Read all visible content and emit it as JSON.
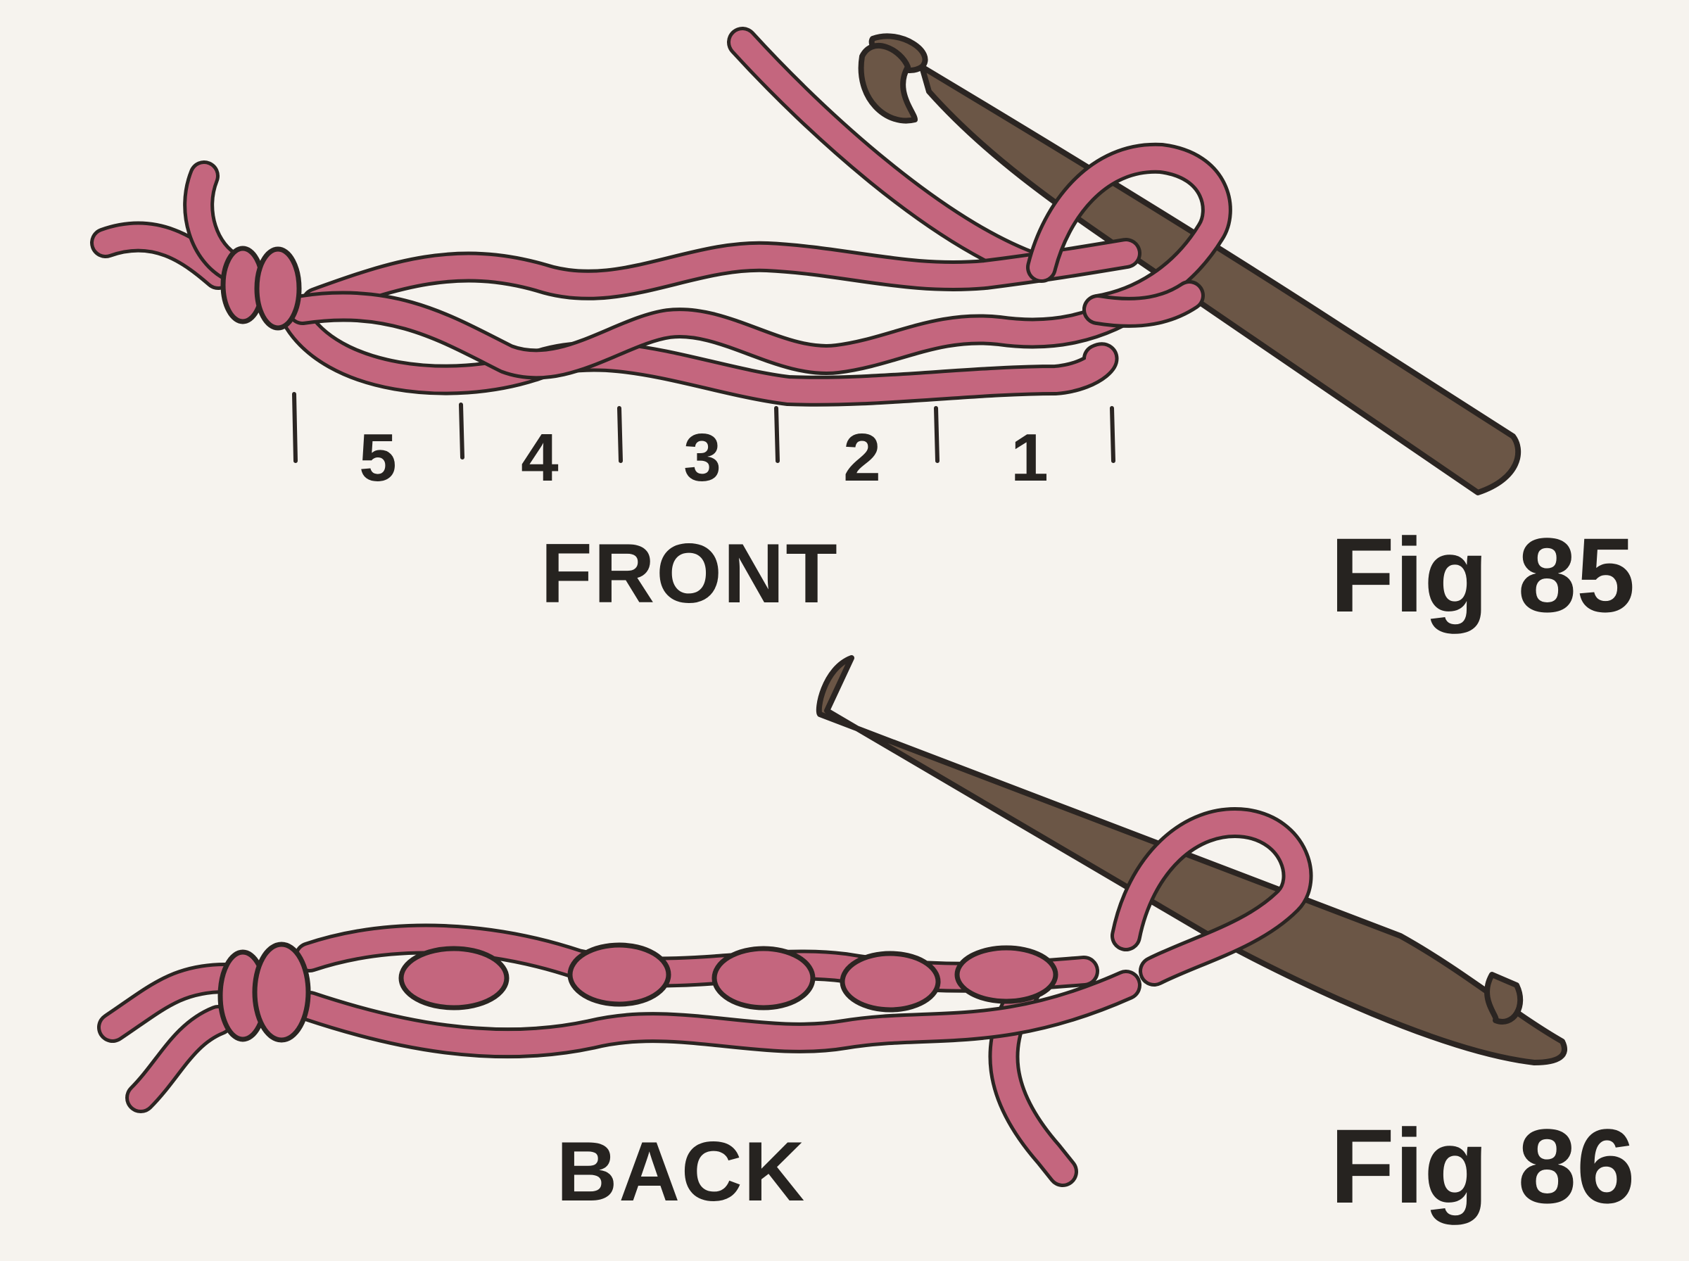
{
  "colors": {
    "background": "#f6f3ee",
    "yarn": "#c4667e",
    "outline": "#2b2522",
    "hook": "#6b5646"
  },
  "fig85": {
    "view_label": "FRONT",
    "fig_label": "Fig 85",
    "stitch_numbers": [
      "5",
      "4",
      "3",
      "2",
      "1"
    ]
  },
  "fig86": {
    "view_label": "BACK",
    "fig_label": "Fig 86"
  },
  "icons": [
    "crochet-hook-icon",
    "yarn-chain-icon"
  ]
}
